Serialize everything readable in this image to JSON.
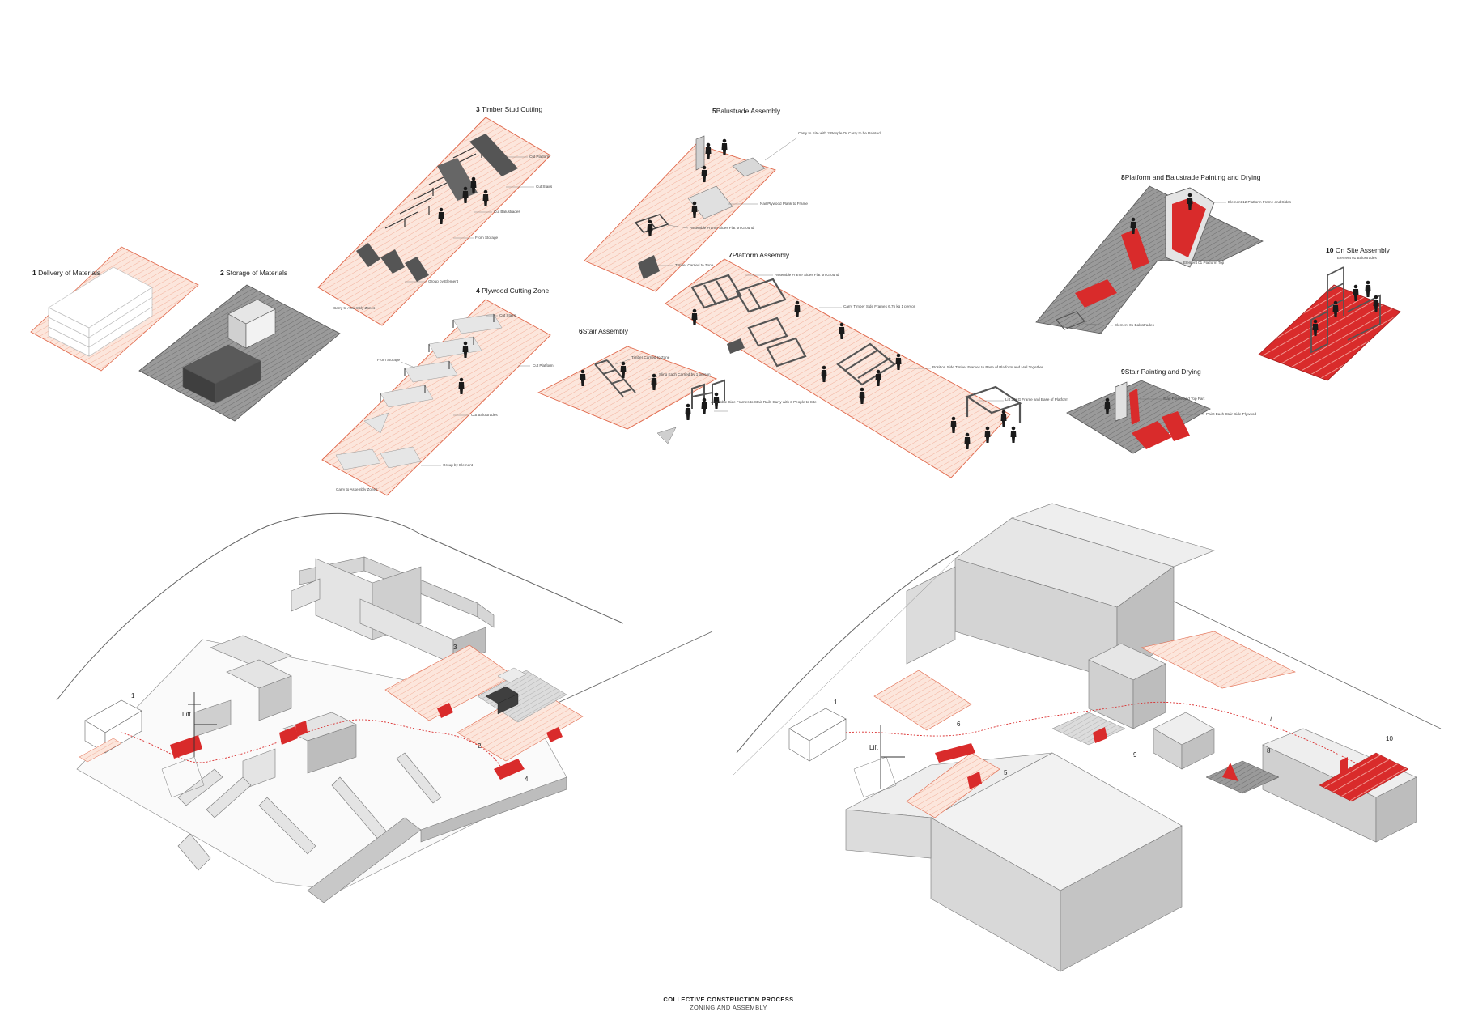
{
  "caption": {
    "title": "COLLECTIVE CONSTRUCTION PROCESS",
    "subtitle": "ZONING AND ASSEMBLY"
  },
  "colors": {
    "accent_red": "#d92b2b",
    "zone_pink": "#fbe2d8",
    "zone_grey": "#8c8c8c",
    "line_grey": "#555555",
    "figure_black": "#1a1a1a"
  },
  "stages": [
    {
      "num": "1",
      "title": "Delivery of Materials",
      "annotations": []
    },
    {
      "num": "2",
      "title": "Storage of Materials",
      "annotations": []
    },
    {
      "num": "3",
      "title": "Timber Stud Cutting",
      "annotations": [
        "Cut Platform",
        "Cut Stairs",
        "Cut Balustrades",
        "From Storage",
        "Group by Element",
        "Carry to Assembly Zones"
      ]
    },
    {
      "num": "4",
      "title": "Plywood Cutting Zone",
      "annotations": [
        "Cut Stairs",
        "Cut Platform",
        "From Storage",
        "Cut Balustrades",
        "Group by Element",
        "Carry to Assembly Zones"
      ]
    },
    {
      "num": "5",
      "title": "Balustrade Assembly",
      "annotations": [
        "Carry to Site with 2 People Or Carry to be Painted",
        "Nail Plywood Plank to Frame",
        "Assemble Frame Sides Flat on Ground",
        "Timber Carried to Zone"
      ]
    },
    {
      "num": "6",
      "title": "Stair Assembly",
      "annotations": [
        "Timber Carried to Zone",
        "Sling Each Carried by 1 person",
        "Assemble Side Frames to Stair-Rails Carry with 3 People to Site"
      ]
    },
    {
      "num": "7",
      "title": "Platform Assembly",
      "annotations": [
        "Assemble Frame Sides Flat on Ground",
        "Carry Timber Side Frames 6.75 kg 1 person",
        "Position Side Timber Frames to Base of Platform and Nail Together",
        "Lift 20KG Frame and Base of Platform"
      ]
    },
    {
      "num": "8",
      "title": "Platform and Balustrade Painting and Drying",
      "annotations": [
        "Element 12 Platform Frame and Sides",
        "Element 01 Platform Top",
        "Element 01 Balustrades"
      ]
    },
    {
      "num": "9",
      "title": "Stair Painting and Drying",
      "annotations": [
        "Stair Frame and Top Part",
        "Paint Each Stair Side Plywood"
      ]
    },
    {
      "num": "10",
      "title": "On Site Assembly",
      "annotations": [
        "Element 01 Balustrades"
      ]
    }
  ],
  "site_left": {
    "lift_label": "Lift",
    "numbers": [
      "1",
      "2",
      "3",
      "4"
    ]
  },
  "site_right": {
    "lift_label": "Lift",
    "numbers": [
      "1",
      "5",
      "6",
      "7",
      "8",
      "9",
      "10"
    ]
  }
}
